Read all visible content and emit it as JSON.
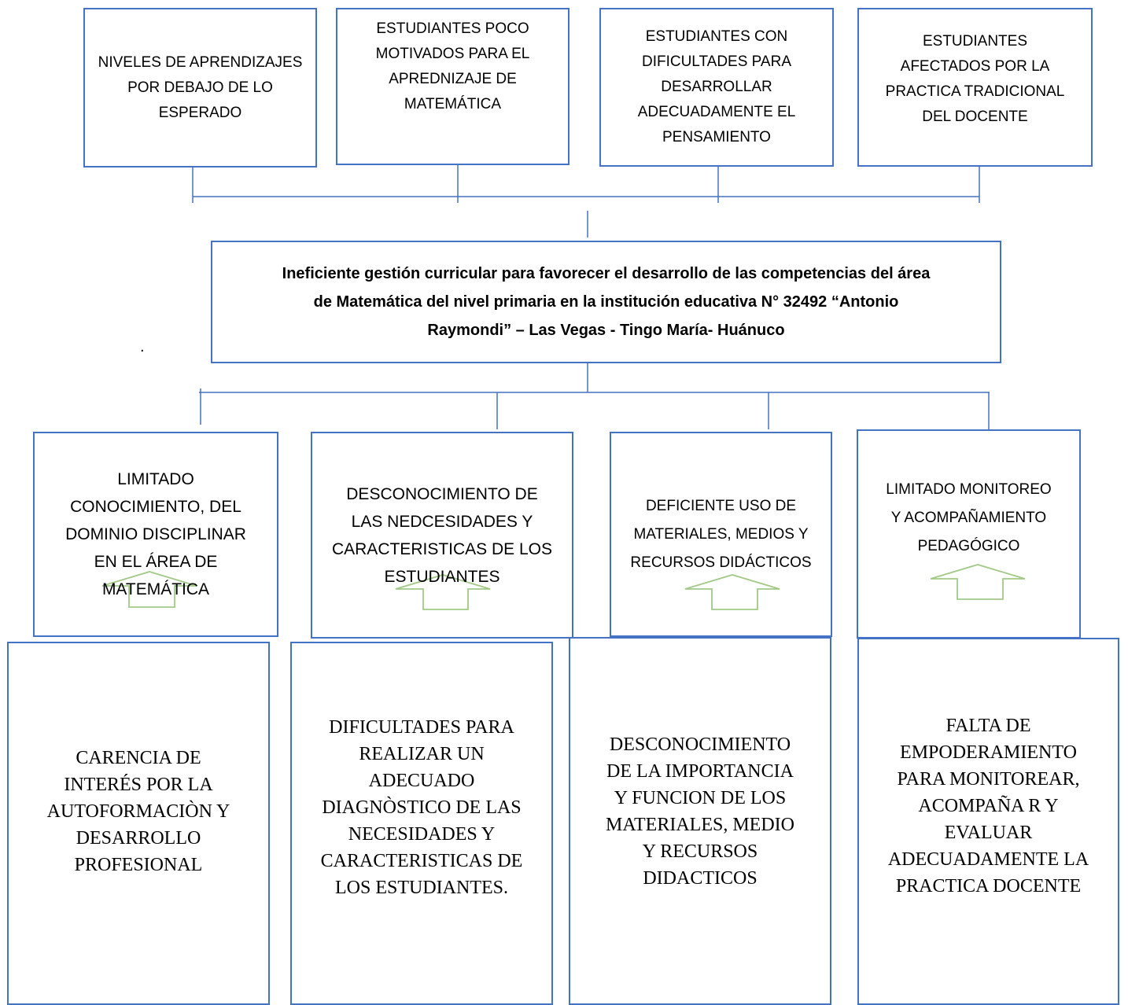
{
  "effects": [
    "NIVELES DE APRENDIZAJES\nPOR DEBAJO DE LO\nESPERADO",
    "ESTUDIANTES POCO\nMOTIVADOS PARA EL\nAPREDNIZAJE DE\nMATEMÁTICA",
    "ESTUDIANTES CON\nDIFICULTADES PARA\nDESARROLLAR\nADECUADAMENTE EL\nPENSAMIENTO",
    "ESTUDIANTES\nAFECTADOS POR LA\nPRACTICA TRADICIONAL\nDEL DOCENTE"
  ],
  "central_problem": "Ineficiente gestión curricular para favorecer el desarrollo de las competencias del área\nde Matemática  del nivel primaria en la institución educativa N°  32492 “Antonio\nRaymondi” – Las Vegas - Tingo María- Huánuco",
  "causes": [
    "LIMITADO\nCONOCIMIENTO, DEL\nDOMINIO DISCIPLINAR\nEN EL ÁREA DE\nMATEMÁTICA",
    "DESCONOCIMIENTO DE\nLAS NEDCESIDADES Y\nCARACTERISTICAS DE LOS\nESTUDIANTES",
    "DEFICIENTE USO DE\nMATERIALES, MEDIOS Y\nRECURSOS DIDÁCTICOS",
    "LIMITADO MONITOREO\nY ACOMPAÑAMIENTO\nPEDAGÓGICO"
  ],
  "root_causes": [
    "CARENCIA DE\nINTERÉS POR LA\nAUTOFORMACIÒN Y\nDESARROLLO\nPROFESIONAL",
    "DIFICULTADES PARA\nREALIZAR UN\nADECUADO\nDIAGNÒSTICO DE LAS\nNECESIDADES Y\nCARACTERISTICAS DE\nLOS ESTUDIANTES.",
    "DESCONOCIMIENTO\nDE LA IMPORTANCIA\nY FUNCION DE LOS\nMATERIALES, MEDIO\nY RECURSOS\nDIDACTICOS",
    "FALTA DE\nEMPODERAMIENTO\nPARA MONITOREAR,\nACOMPAÑA R Y\nEVALUAR\nADECUADAMENTE LA\nPRACTICA DOCENTE"
  ],
  "stray_mark": ".",
  "colors": {
    "box_border": "#4472c4",
    "connector": "#4472c4",
    "arrow": "#70ad47"
  }
}
